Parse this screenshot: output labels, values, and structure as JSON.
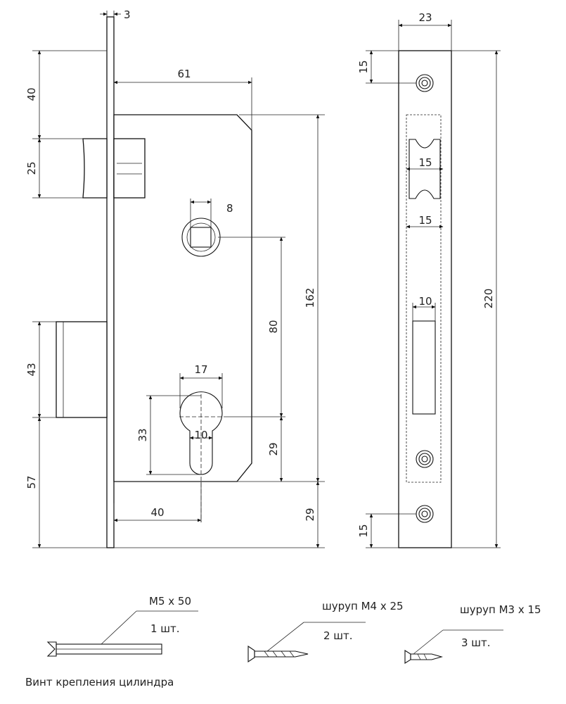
{
  "dimensions": {
    "faceplate_thickness": "3",
    "backset_width": "61",
    "top_to_latch": "40",
    "latch_height": "25",
    "spindle_size": "8",
    "case_height": "162",
    "spindle_to_cylinder": "80",
    "bolt_height": "43",
    "bottom_to_bolt": "57",
    "cylinder_width": "17",
    "cylinder_height": "33",
    "cylinder_pin": "10",
    "cylinder_to_bottom": "29",
    "cylinder_backset": "40",
    "case_bottom_offset": "29",
    "strike_width": "23",
    "screw_offset_top": "15",
    "latch_cutout_1": "15",
    "latch_cutout_2": "15",
    "bolt_slot_width": "10",
    "strike_height": "220",
    "screw_offset_bottom": "15"
  },
  "accessories": {
    "cylinder_screw_size": "M5 x 50",
    "cylinder_screw_qty": "1 шт.",
    "cylinder_screw_name": "Винт крепления цилиндра",
    "screw_m4_label": "шуруп М4 х 25",
    "screw_m4_qty": "2 шт.",
    "screw_m3_label": "шуруп М3 х 15",
    "screw_m3_qty": "3 шт."
  }
}
